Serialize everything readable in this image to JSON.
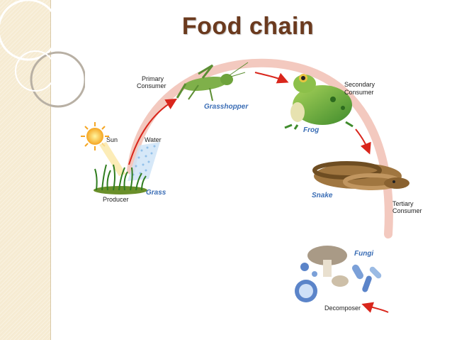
{
  "title": "Food chain",
  "labels": {
    "sun": "Sun",
    "water": "Water",
    "producer": "Producer",
    "grass": "Grass",
    "primary_1": "Primary",
    "primary_2": "Consumer",
    "grasshopper": "Grasshopper",
    "secondary_1": "Secondary",
    "secondary_2": "Consumer",
    "frog": "Frog",
    "snake": "Snake",
    "tertiary_1": "Tertiary",
    "tertiary_2": "Consumer",
    "fungi": "Fungi",
    "decomposer": "Decomposer"
  },
  "icons": [
    "sun-icon",
    "water-icon",
    "grass-icon",
    "grasshopper-icon",
    "frog-icon",
    "snake-icon",
    "fungi-icon"
  ],
  "colors": {
    "title": "#6b3a1e",
    "band": "#f6ebd2",
    "arc": "#f3c9bf",
    "arrow": "#d9261c",
    "species_label": "#3a6db5"
  }
}
